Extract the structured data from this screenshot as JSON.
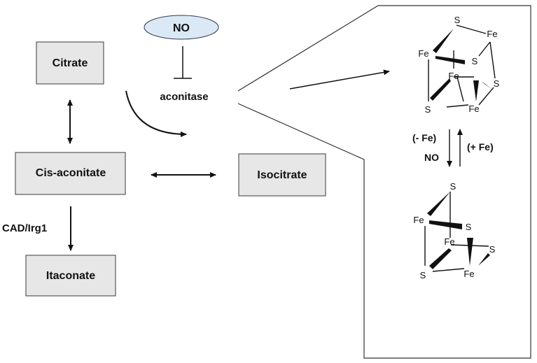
{
  "nodes": {
    "citrate": "Citrate",
    "cis_aconitate": "Cis-aconitate",
    "itaconate": "Itaconate",
    "isocitrate": "Isocitrate",
    "no_inhibitor": "NO"
  },
  "labels": {
    "aconitase": "aconitase",
    "cad_irg1": "CAD/Irg1"
  },
  "cluster_4fe4s": {
    "atoms": [
      "S",
      "Fe",
      "Fe",
      "S",
      "Fe",
      "S",
      "S",
      "Fe"
    ]
  },
  "conversion": {
    "minus_fe": "(-  Fe)",
    "no": "NO",
    "plus_fe": "(+ Fe)"
  },
  "cluster_3fe4s": {
    "atoms": [
      "S",
      "Fe",
      "S",
      "Fe",
      "S",
      "S",
      "Fe"
    ]
  },
  "colors": {
    "box_fill": "#e7e7e7",
    "box_stroke": "#3a3a3a",
    "ellipse_fill": "#dbe9f6",
    "ellipse_stroke": "#2f3b4a"
  }
}
